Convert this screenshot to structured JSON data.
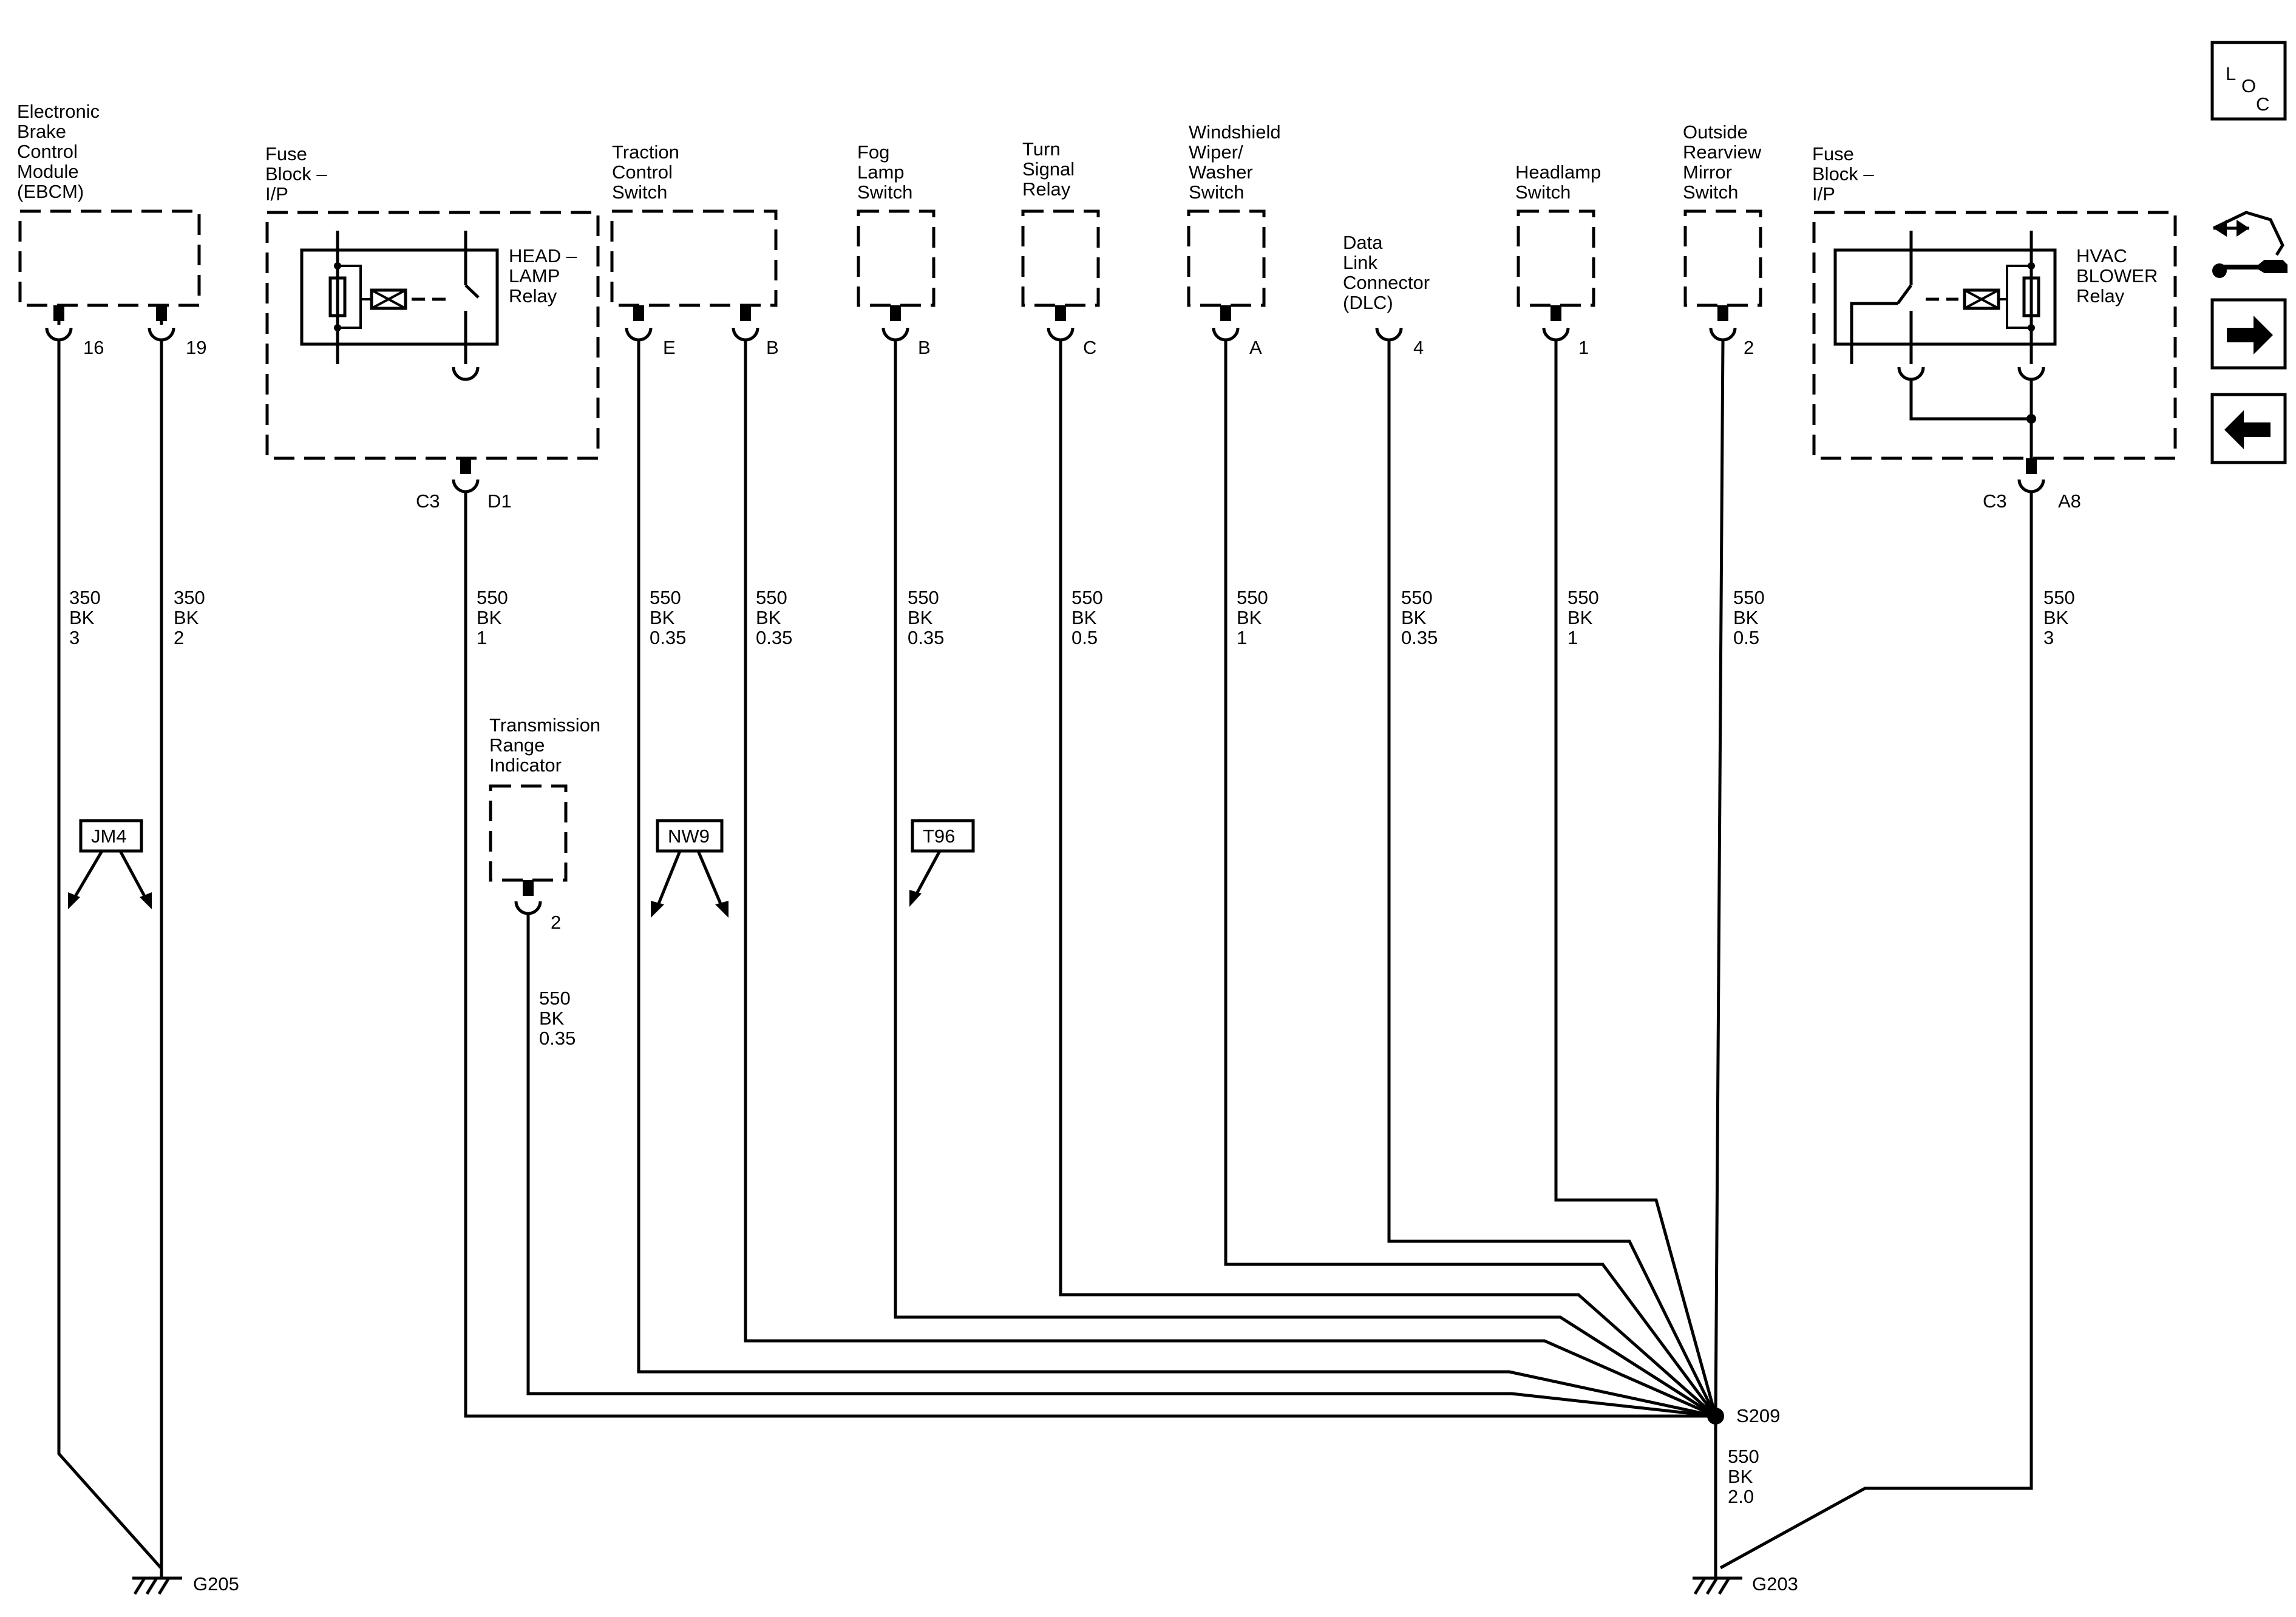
{
  "components": {
    "ebcm": [
      "Electronic",
      "Brake",
      "Control",
      "Module",
      "(EBCM)"
    ],
    "fuse_block_left": [
      "Fuse",
      "Block –",
      "I/P"
    ],
    "headlamp_relay": [
      "HEAD –",
      "LAMP",
      "Relay"
    ],
    "traction_control_switch": [
      "Traction",
      "Control",
      "Switch"
    ],
    "fog_lamp_switch": [
      "Fog",
      "Lamp",
      "Switch"
    ],
    "turn_signal_relay": [
      "Turn",
      "Signal",
      "Relay"
    ],
    "wiper_washer_switch": [
      "Windshield",
      "Wiper/",
      "Washer",
      "Switch"
    ],
    "dlc": [
      "Data",
      "Link",
      "Connector",
      "(DLC)"
    ],
    "headlamp_switch": [
      "Headlamp",
      "Switch"
    ],
    "mirror_switch": [
      "Outside",
      "Rearview",
      "Mirror",
      "Switch"
    ],
    "fuse_block_right": [
      "Fuse",
      "Block –",
      "I/P"
    ],
    "hvac_relay": [
      "HVAC",
      "BLOWER",
      "Relay"
    ],
    "trans_range_indicator": [
      "Transmission",
      "Range",
      "Indicator"
    ]
  },
  "pins": {
    "ebcm_1": "16",
    "ebcm_2": "19",
    "tcs_1": "E",
    "tcs_2": "B",
    "fog": "B",
    "turn": "C",
    "wiper": "A",
    "dlc": "4",
    "headlamp_sw": "1",
    "mirror": "2",
    "tri": "2",
    "fuse_left_conn": "C3",
    "fuse_left_pin": "D1",
    "fuse_right_conn": "C3",
    "fuse_right_pin": "A8"
  },
  "wires": {
    "ebcm_1": [
      "350",
      "BK",
      "3"
    ],
    "ebcm_2": [
      "350",
      "BK",
      "2"
    ],
    "headlamp_relay": [
      "550",
      "BK",
      "1"
    ],
    "tcs_1": [
      "550",
      "BK",
      "0.35"
    ],
    "tcs_2": [
      "550",
      "BK",
      "0.35"
    ],
    "fog": [
      "550",
      "BK",
      "0.35"
    ],
    "turn": [
      "550",
      "BK",
      "0.5"
    ],
    "wiper": [
      "550",
      "BK",
      "1"
    ],
    "dlc": [
      "550",
      "BK",
      "0.35"
    ],
    "headlamp_sw": [
      "550",
      "BK",
      "1"
    ],
    "mirror": [
      "550",
      "BK",
      "0.5"
    ],
    "hvac": [
      "550",
      "BK",
      "3"
    ],
    "tri": [
      "550",
      "BK",
      "0.35"
    ],
    "splice_out": [
      "550",
      "BK",
      "2.0"
    ]
  },
  "options": {
    "jm4": "JM4",
    "nw9": "NW9",
    "t96": "T96"
  },
  "splice": "S209",
  "grounds": {
    "left": "G205",
    "right": "G203"
  },
  "nav": {
    "loc_l": "L",
    "loc_o": "O",
    "loc_c": "C"
  }
}
